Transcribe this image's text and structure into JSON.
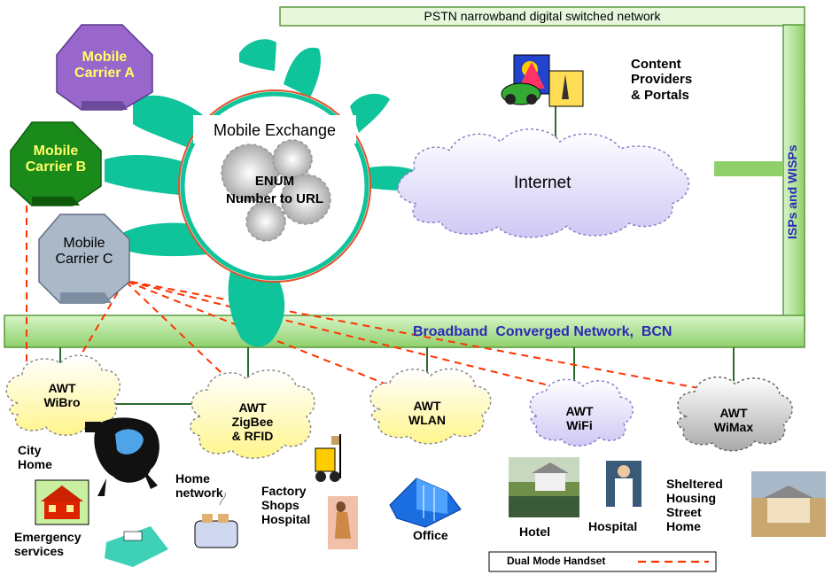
{
  "pstn": "PSTN narrowband digital switched network",
  "isp": "ISPs and WISPs",
  "bcn": "Broadband  Converged Network,  BCN",
  "exchange": {
    "title": "Mobile Exchange",
    "line1": "ENUM",
    "line2": "Number to URL"
  },
  "internet": "Internet",
  "content": {
    "line1": "Content",
    "line2": "Providers",
    "line3": "& Portals"
  },
  "carriers": {
    "a": {
      "line1": "Mobile",
      "line2": "Carrier A",
      "color": "#9966cc"
    },
    "b": {
      "line1": "Mobile",
      "line2": "Carrier B",
      "color": "#1a8a1a"
    },
    "c": {
      "line1": "Mobile",
      "line2": "Carrier C",
      "color": "#aab8c8"
    }
  },
  "clouds": {
    "wibro": {
      "line1": "AWT",
      "line2": "WiBro"
    },
    "zigbee": {
      "line1": "AWT",
      "line2": "ZigBee",
      "line3": "& RFID"
    },
    "wlan": {
      "line1": "AWT",
      "line2": "WLAN"
    },
    "wifi": {
      "line1": "AWT",
      "line2": "WiFi"
    },
    "wimax": {
      "line1": "AWT",
      "line2": "WiMax"
    }
  },
  "labels": {
    "city_home": {
      "line1": "City",
      "line2": "Home"
    },
    "emergency": {
      "line1": "Emergency",
      "line2": "services"
    },
    "home_network": {
      "line1": "Home",
      "line2": "network"
    },
    "factory": {
      "line1": "Factory",
      "line2": "Shops",
      "line3": "Hospital"
    },
    "office": "Office",
    "hotel": "Hotel",
    "hospital": "Hospital",
    "sheltered": {
      "line1": "Sheltered",
      "line2": "Housing",
      "line3": "Street",
      "line4": "Home"
    }
  },
  "legend": {
    "label": "Dual Mode Handset"
  },
  "colors": {
    "green_network": "#b4e69c",
    "teal": "#0fc39b",
    "red_dash": "#ff3300",
    "cloud_fill": "#eeeaff",
    "bcn_text": "#2b2bb5"
  }
}
